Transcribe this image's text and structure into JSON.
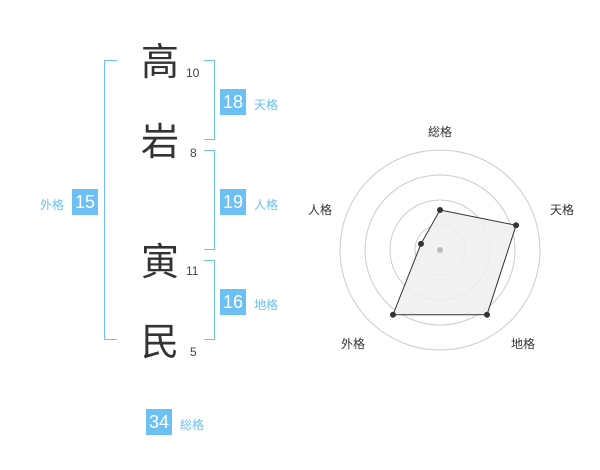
{
  "name": {
    "chars": [
      {
        "char": "高",
        "strokes": "10"
      },
      {
        "char": "岩",
        "strokes": "8"
      },
      {
        "char": "寅",
        "strokes": "11"
      },
      {
        "char": "民",
        "strokes": "5"
      }
    ]
  },
  "fortunes": {
    "tenkaku": {
      "value": "18",
      "label": "天格"
    },
    "jinkaku": {
      "value": "19",
      "label": "人格"
    },
    "chikaku": {
      "value": "16",
      "label": "地格"
    },
    "gaikaku": {
      "value": "15",
      "label": "外格"
    },
    "soukaku": {
      "value": "34",
      "label": "総格"
    }
  },
  "colors": {
    "accent": "#6cc0f3",
    "text": "#333333",
    "radar_fill": "#efefef",
    "radar_line": "#333333",
    "ring": "#cccccc"
  },
  "chart_data": {
    "type": "radar",
    "axes": [
      "総格",
      "天格",
      "地格",
      "外格",
      "人格"
    ],
    "rings": 4,
    "values": [
      2,
      4,
      4,
      4,
      1
    ],
    "max": 5
  }
}
